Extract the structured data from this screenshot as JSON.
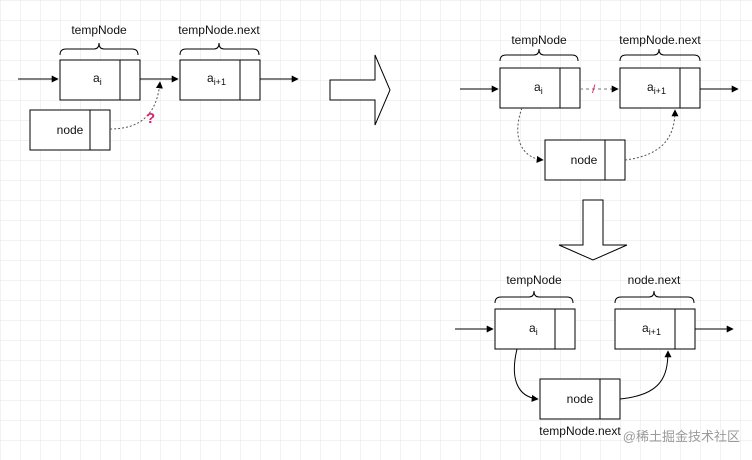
{
  "grid": {
    "color": "#e4e4e4"
  },
  "colors": {
    "stroke": "#000000",
    "accent": "#e0206a",
    "watermark": "#9a9a9a"
  },
  "panel_before": {
    "label_temp": "tempNode",
    "label_next": "tempNode.next",
    "node_a": {
      "letter": "a",
      "sub": "i"
    },
    "node_b": {
      "letter": "a",
      "sub": "i+1"
    },
    "node_new": "node",
    "question_mark": "?"
  },
  "panel_middle": {
    "label_temp": "tempNode",
    "label_next": "tempNode.next",
    "node_a": {
      "letter": "a",
      "sub": "i"
    },
    "node_b": {
      "letter": "a",
      "sub": "i+1"
    },
    "node_new": "node",
    "cut_mark": "/"
  },
  "panel_after": {
    "label_temp": "tempNode",
    "label_next": "node.next",
    "node_a": {
      "letter": "a",
      "sub": "i"
    },
    "node_b": {
      "letter": "a",
      "sub": "i+1"
    },
    "node_new": "node",
    "label_below": "tempNode.next"
  },
  "watermark": "@稀土掘金技术社区"
}
